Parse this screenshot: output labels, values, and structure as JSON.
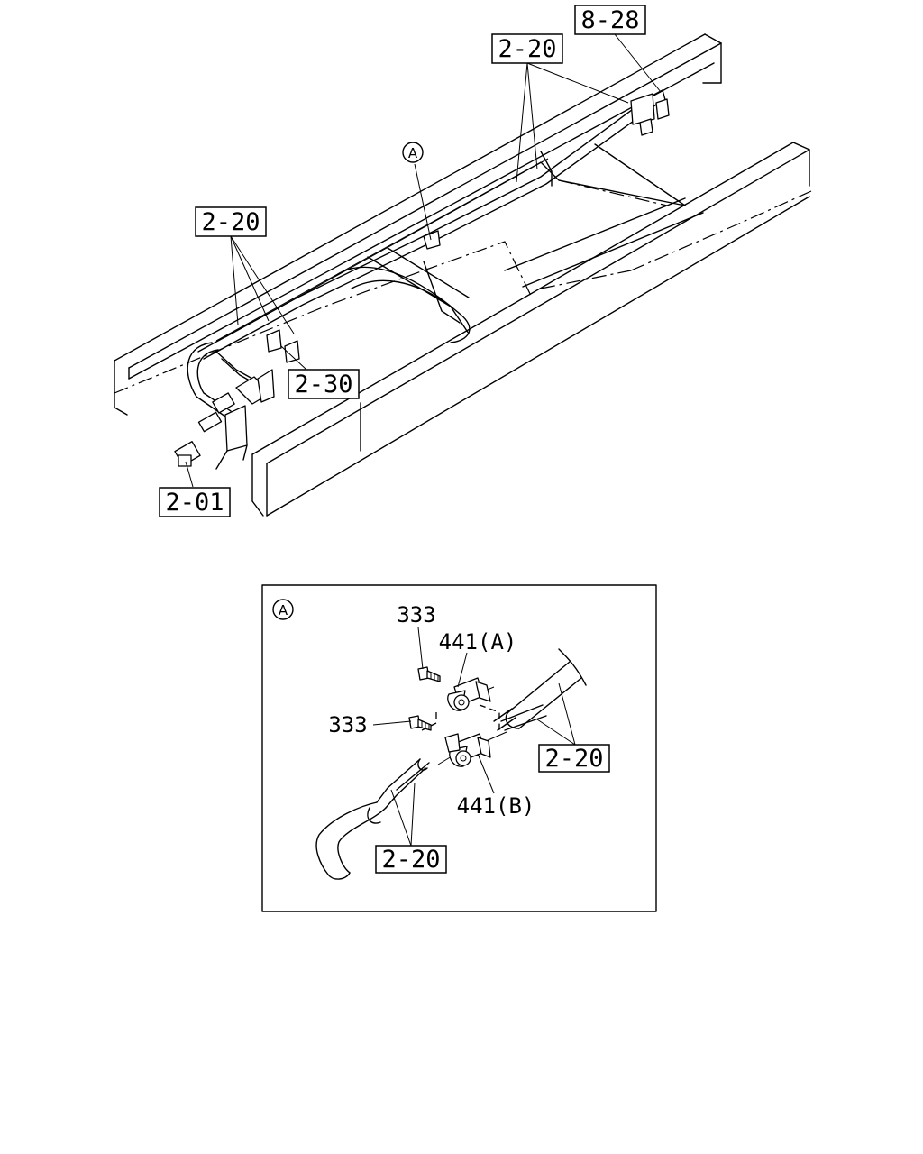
{
  "diagram": {
    "main_view": {
      "refs": {
        "top_right": "8-28",
        "top_center": "2-20",
        "left": "2-20",
        "clip": "2-30",
        "connector": "2-01"
      },
      "detail_marker": "A"
    },
    "detail_view": {
      "marker": "A",
      "parts": {
        "bolt_upper": "333",
        "bolt_lower": "333",
        "clip_a": "441(A)",
        "clip_b": "441(B)"
      },
      "refs": {
        "right_harness": "2-20",
        "left_harness": "2-20"
      }
    }
  }
}
